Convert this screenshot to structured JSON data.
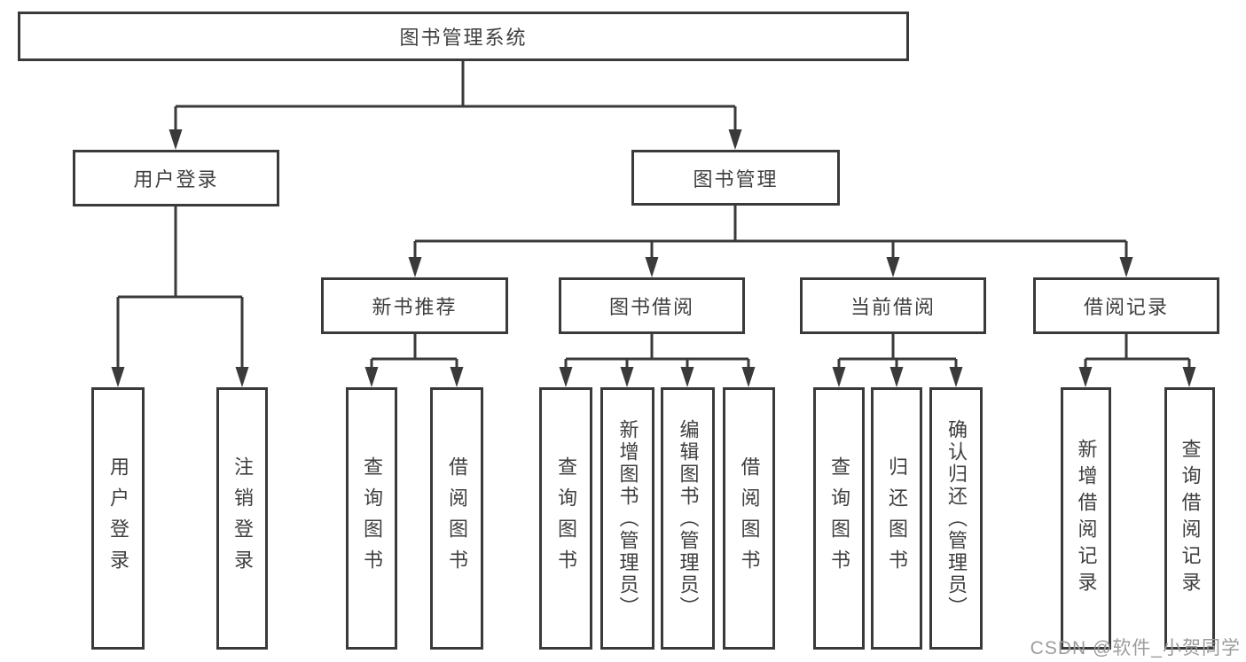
{
  "diagram": {
    "title": "图书管理系统",
    "root": {
      "label": "图书管理系统"
    },
    "level2": [
      {
        "label": "用户登录"
      },
      {
        "label": "图书管理"
      }
    ],
    "level3": [
      {
        "label": "新书推荐",
        "parent": "图书管理"
      },
      {
        "label": "图书借阅",
        "parent": "图书管理"
      },
      {
        "label": "当前借阅",
        "parent": "图书管理"
      },
      {
        "label": "借阅记录",
        "parent": "图书管理"
      }
    ],
    "leaves": [
      {
        "label": "用户登录",
        "parent": "用户登录"
      },
      {
        "label": "注销登录",
        "parent": "用户登录"
      },
      {
        "label": "查询图书",
        "parent": "新书推荐"
      },
      {
        "label": "借阅图书",
        "parent": "新书推荐"
      },
      {
        "label": "查询图书",
        "parent": "图书借阅"
      },
      {
        "label": "新增图书（管理员）",
        "parent": "图书借阅"
      },
      {
        "label": "编辑图书（管理员）",
        "parent": "图书借阅"
      },
      {
        "label": "借阅图书",
        "parent": "图书借阅"
      },
      {
        "label": "查询图书",
        "parent": "当前借阅"
      },
      {
        "label": "归还图书",
        "parent": "当前借阅"
      },
      {
        "label": "确认归还（管理员）",
        "parent": "当前借阅"
      },
      {
        "label": "新增借阅记录",
        "parent": "借阅记录"
      },
      {
        "label": "查询借阅记录",
        "parent": "借阅记录"
      }
    ]
  },
  "watermark": {
    "text": "CSDN @软件_小贺同学",
    "color": "#9c9c9c"
  },
  "colors": {
    "line": "#3a3a3a",
    "box_border": "#3a3a3a",
    "box_fill": "#ffffff",
    "background": "#ffffff"
  }
}
